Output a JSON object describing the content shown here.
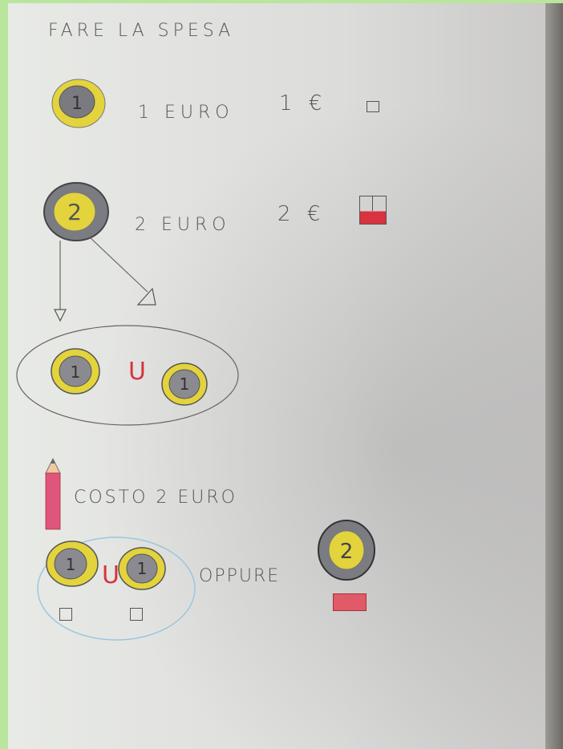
{
  "title": "FARE LA SPESA",
  "rows": [
    {
      "amount_text": "1 EURO",
      "symbol_text": "1 €",
      "coin_digit": "1"
    },
    {
      "amount_text": "2 EURO",
      "symbol_text": "2 €",
      "coin_digit": "2"
    }
  ],
  "union": {
    "coin_left_digit": "1",
    "coin_right_digit": "1",
    "operator": "U"
  },
  "cost": {
    "label": "COSTO 2 EURO",
    "left_coin_digit": "1",
    "right_coin_digit": "1",
    "operator": "U",
    "or_label": "OPPURE",
    "alt_coin_digit": "2"
  },
  "colors": {
    "coin_gold": "#e3d33c",
    "coin_gray": "#8a8a90",
    "red": "#d8333f",
    "pink": "#e0557c",
    "blue_outline": "#9cc6de"
  }
}
